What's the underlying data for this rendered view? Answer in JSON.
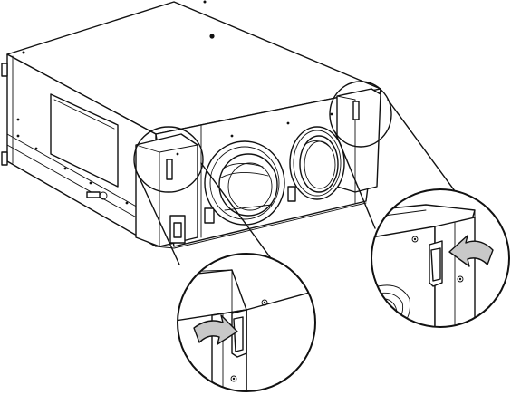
{
  "figure": {
    "subject": "ventilation-unit-side-panel-latch",
    "callouts": [
      {
        "name": "left-corner-detail",
        "arrow_direction": "right",
        "arrow_fill": "#c8c8c8"
      },
      {
        "name": "right-corner-detail",
        "arrow_direction": "left",
        "arrow_fill": "#c8c8c8"
      }
    ],
    "line_color": "#111111",
    "background": "#ffffff"
  }
}
